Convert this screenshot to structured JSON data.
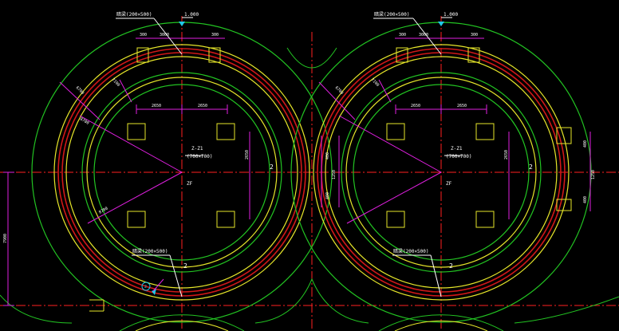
{
  "drawing": {
    "background": "#000000",
    "colors": {
      "outline_green": "#22c322",
      "wall_yellow": "#e6e62a",
      "rebar_red": "#d01818",
      "centerline_red": "#ff2020",
      "dimension_magenta": "#e020e0",
      "leader_white": "#ffffff",
      "marker_cyan": "#20c8e8"
    },
    "callouts": {
      "top_left": "暗梁(200×500)",
      "top_right": "暗梁(200×500)",
      "bottom_left": "暗梁(200×500)",
      "bottom_right": "暗梁(200×500)"
    },
    "top_tags": [
      "1.000",
      "1.000"
    ],
    "section_marks": [
      "2",
      "2",
      "2",
      "2"
    ],
    "center_labels": [
      "ZF",
      "ZF"
    ],
    "column_tags": [
      {
        "name": "Z-Z1",
        "size": "(700×700)"
      },
      {
        "name": "Z-Z1",
        "size": "(700×700)"
      }
    ],
    "horizontal_dims": [
      "2650",
      "2650",
      "2650",
      "2650"
    ],
    "vertical_dims": [
      "2650",
      "2650"
    ],
    "radius_dims": [
      "6700",
      "7100",
      "6700",
      "7100",
      "8700",
      "8700"
    ],
    "left_side_dim": "7900",
    "top_small_dims": [
      "300",
      "3000",
      "300",
      "300",
      "3000",
      "300"
    ],
    "side_small_dims": [
      "400",
      "1250",
      "400",
      "400",
      "1250",
      "400"
    ],
    "marker_number": "2"
  }
}
